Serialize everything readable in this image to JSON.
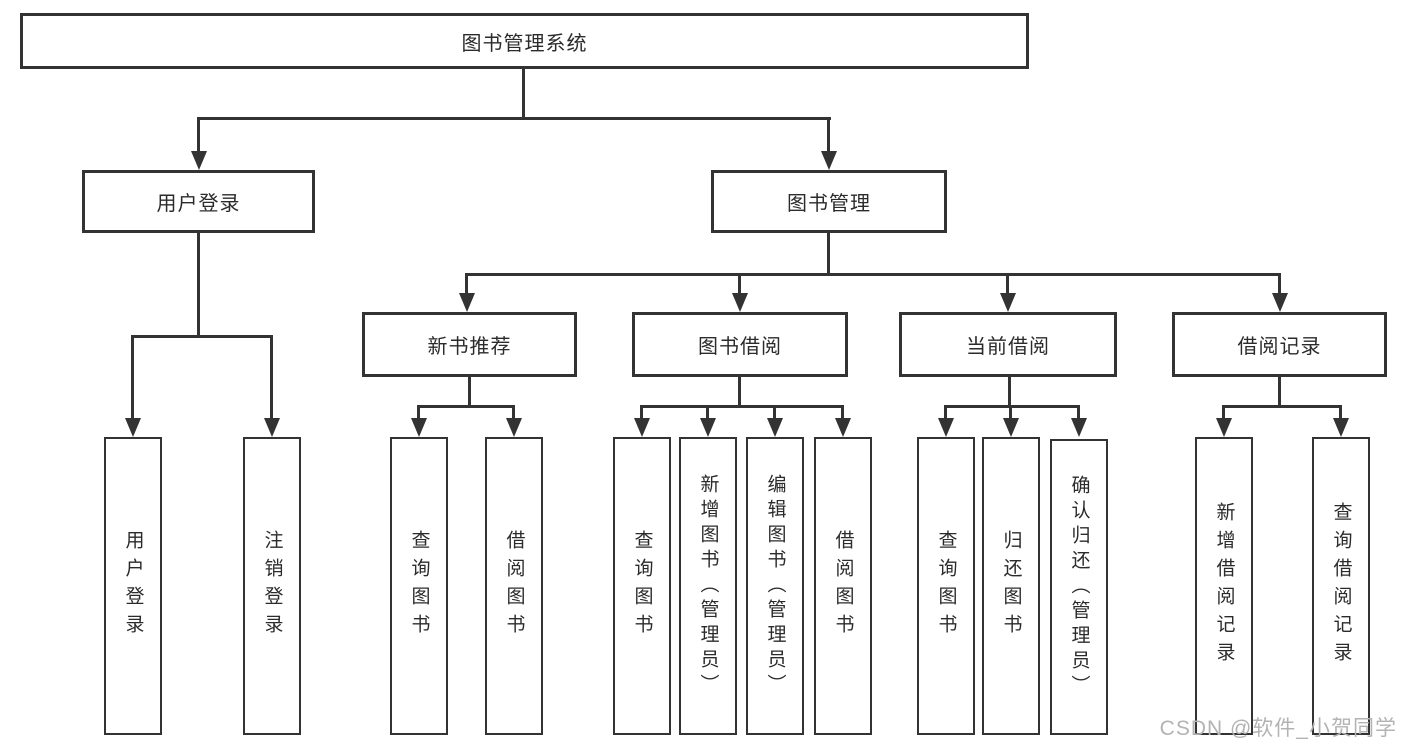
{
  "diagram_title": "图书管理系统",
  "nodes": {
    "root": {
      "label": "图书管理系统"
    },
    "user_login": {
      "label": "用户登录"
    },
    "book_mgmt": {
      "label": "图书管理"
    },
    "new_book_rec": {
      "label": "新书推荐"
    },
    "book_borrow": {
      "label": "图书借阅"
    },
    "current_borrow": {
      "label": "当前借阅"
    },
    "borrow_records": {
      "label": "借阅记录"
    },
    "leaf_user_login": {
      "label": "用户登录"
    },
    "leaf_logout": {
      "label": "注销登录"
    },
    "leaf_query_book_rec": {
      "label": "查询图书"
    },
    "leaf_borrow_book_rec": {
      "label": "借阅图书"
    },
    "leaf_query_book_borrow": {
      "label": "查询图书"
    },
    "leaf_add_book": {
      "label": "新增图书（管理员）"
    },
    "leaf_edit_book": {
      "label": "编辑图书（管理员）"
    },
    "leaf_borrow_book": {
      "label": "借阅图书"
    },
    "leaf_query_book_current": {
      "label": "查询图书"
    },
    "leaf_return_book": {
      "label": "归还图书"
    },
    "leaf_confirm_return": {
      "label": "确认归还（管理员）"
    },
    "leaf_add_record": {
      "label": "新增借阅记录"
    },
    "leaf_query_record": {
      "label": "查询借阅记录"
    }
  },
  "hierarchy": {
    "图书管理系统": {
      "用户登录": [
        "用户登录",
        "注销登录"
      ],
      "图书管理": {
        "新书推荐": [
          "查询图书",
          "借阅图书"
        ],
        "图书借阅": [
          "查询图书",
          "新增图书（管理员）",
          "编辑图书（管理员）",
          "借阅图书"
        ],
        "当前借阅": [
          "查询图书",
          "归还图书",
          "确认归还（管理员）"
        ],
        "借阅记录": [
          "新增借阅记录",
          "查询借阅记录"
        ]
      }
    }
  },
  "watermark": {
    "text": "CSDN @软件_小贺同学"
  },
  "colors": {
    "line": "#333333",
    "text": "#2b2b2b",
    "watermark": "#b3b3b3",
    "background": "#ffffff"
  }
}
